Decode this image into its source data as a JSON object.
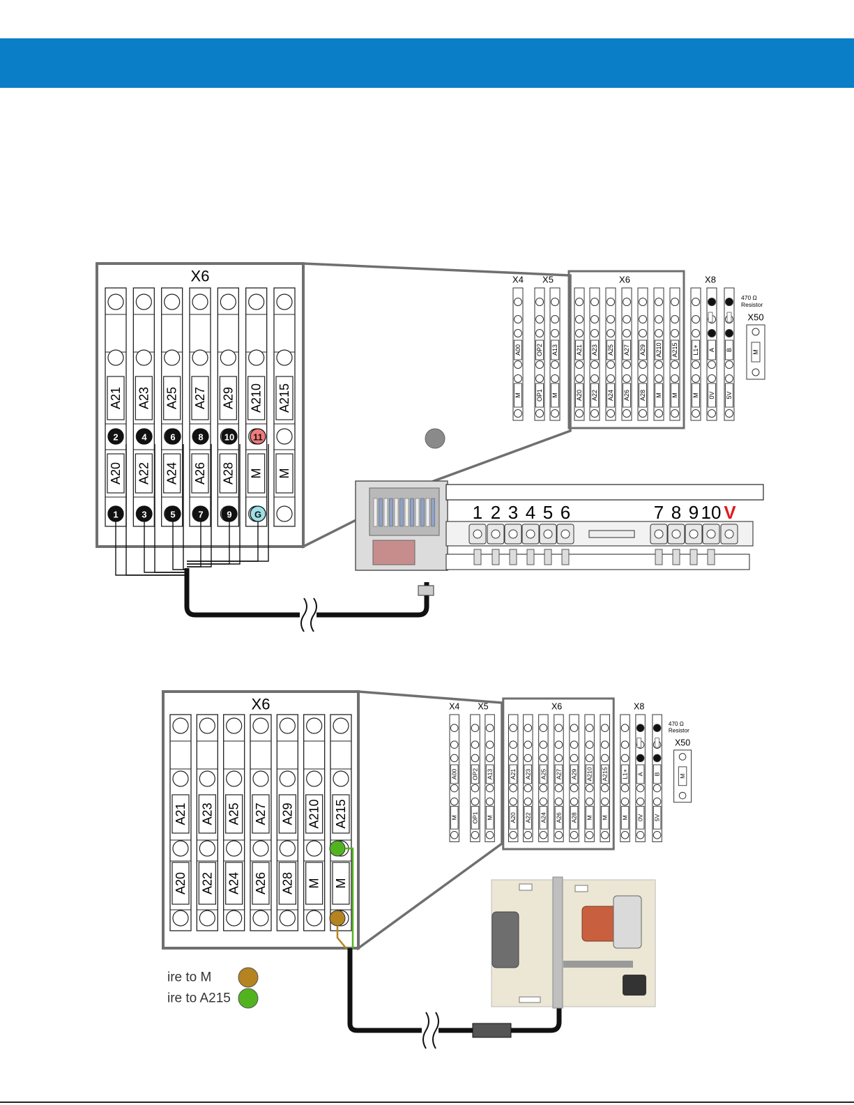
{
  "colors": {
    "header": "#0a7ec6",
    "frame": "#6f6f6f",
    "wire": "#111111",
    "terminal_11": "#ef7b7b",
    "terminal_G": "#9fe0e8",
    "wire_to_M": "#b5831f",
    "wire_to_A215": "#52b320",
    "valve_highlight": "#e01a1a"
  },
  "upper": {
    "zoom_title": "X6",
    "top_labels": [
      "A21",
      "A23",
      "A25",
      "A27",
      "A29",
      "A210",
      "A215"
    ],
    "bottom_labels": [
      "A20",
      "A22",
      "A24",
      "A26",
      "A28",
      "M",
      "M"
    ],
    "mid_terminals": [
      "2",
      "4",
      "6",
      "8",
      "10",
      "11",
      ""
    ],
    "low_terminals": [
      "1",
      "3",
      "5",
      "7",
      "9",
      "G",
      ""
    ],
    "valve_numbers": [
      "1",
      "2",
      "3",
      "4",
      "5",
      "6",
      "7",
      "8",
      "9",
      "10"
    ],
    "valve_v": "V"
  },
  "board": {
    "x4": "X4",
    "x5": "X5",
    "x6": "X6",
    "x8": "X8",
    "x50": "X50",
    "resistor_value": "470 Ω",
    "resistor_word": "Resistor",
    "top_row": [
      "A00",
      "OP2",
      "A13",
      "A21",
      "A23",
      "A25",
      "A27",
      "A29",
      "A210",
      "A215",
      "L1+",
      "A",
      "B"
    ],
    "bottom_row": [
      "M",
      "OP1",
      "M",
      "A20",
      "A22",
      "A24",
      "A26",
      "A28",
      "M",
      "M",
      "M",
      "0V",
      "5V"
    ],
    "x50_label": "M"
  },
  "lower": {
    "zoom_title": "X6",
    "top_labels": [
      "A21",
      "A23",
      "A25",
      "A27",
      "A29",
      "A210",
      "A215"
    ],
    "bottom_labels": [
      "A20",
      "A22",
      "A24",
      "A26",
      "A28",
      "M",
      "M"
    ]
  },
  "legend": [
    {
      "text": "ire to M",
      "color": "#b5831f"
    },
    {
      "text": "ire to A215",
      "color": "#52b320"
    }
  ]
}
